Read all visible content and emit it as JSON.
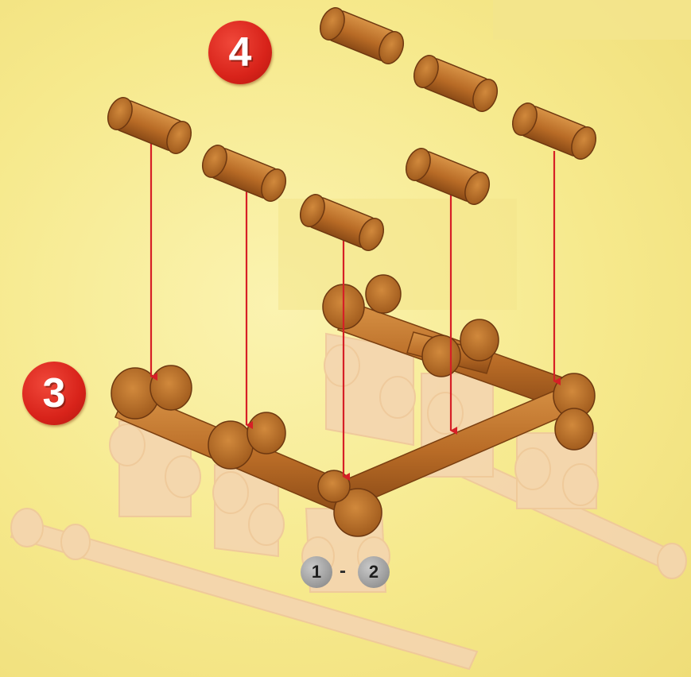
{
  "steps": {
    "step3_label": "3",
    "step4_label": "4"
  },
  "reference": {
    "from_label": "1",
    "separator": "-",
    "to_label": "2"
  },
  "colors": {
    "log": "#c0772f",
    "log_dark": "#8a4a16",
    "ghost_log": "#f2cfa8",
    "arrow": "#d61f26",
    "badge_red": "#d8231a",
    "badge_grey": "#9a9a9a"
  }
}
